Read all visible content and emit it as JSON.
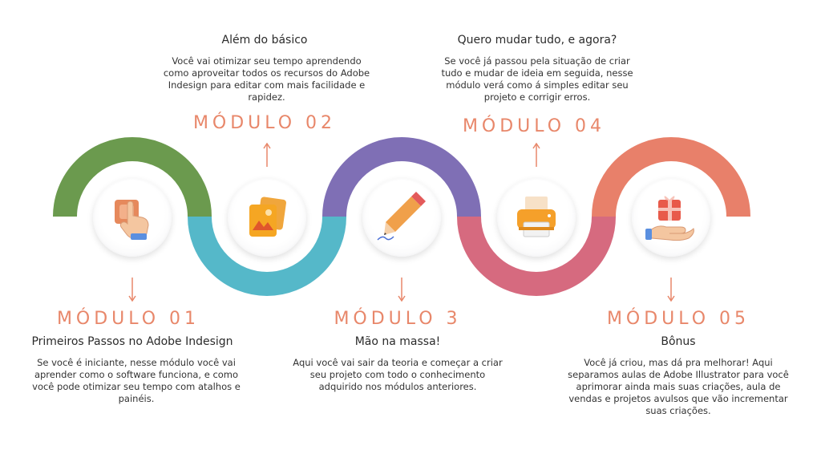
{
  "modules": [
    {
      "label": "MÓDULO 01",
      "title": "Primeiros Passos no Adobe Indesign",
      "description": "Se você é iniciante, nesse módulo você vai aprender  como o software funciona, e como você pode otimizar seu tempo com atalhos e painéis.",
      "icon": "pointing-hand-button-icon",
      "color": "#6b9a4e"
    },
    {
      "label": "MÓDULO 02",
      "title": "Além do básico",
      "description": "Você vai otimizar seu tempo aprendendo como aproveitar todos os recursos do Adobe Indesign para editar com mais facilidade e rapidez.",
      "icon": "image-files-icon",
      "color": "#55b8c9"
    },
    {
      "label": "MÓDULO 3",
      "title": "Mão na massa!",
      "description": "Aqui você vai sair da teoria e começar a criar seu projeto com todo o conhecimento adquirido nos módulos anteriores.",
      "icon": "pencil-icon",
      "color": "#7f6fb5"
    },
    {
      "label": "MÓDULO 04",
      "title": "Quero mudar tudo, e agora?",
      "description": "Se você já passou pela situação de criar tudo e mudar de ideia em seguida, nesse módulo verá como á simples editar seu projeto e corrigir erros.",
      "icon": "printer-icon",
      "color": "#d66a7f"
    },
    {
      "label": "MÓDULO 05",
      "title": "Bônus",
      "description": "Você já criou, mas dá pra melhorar! Aqui separamos aulas de Adobe Illustrator para você aprimorar ainda mais suas criações, aula de vendas e projetos avulsos que vão incrementar suas criações.",
      "icon": "gift-hand-icon",
      "color": "#e8806a"
    }
  ],
  "accent_color": "#e8876a"
}
